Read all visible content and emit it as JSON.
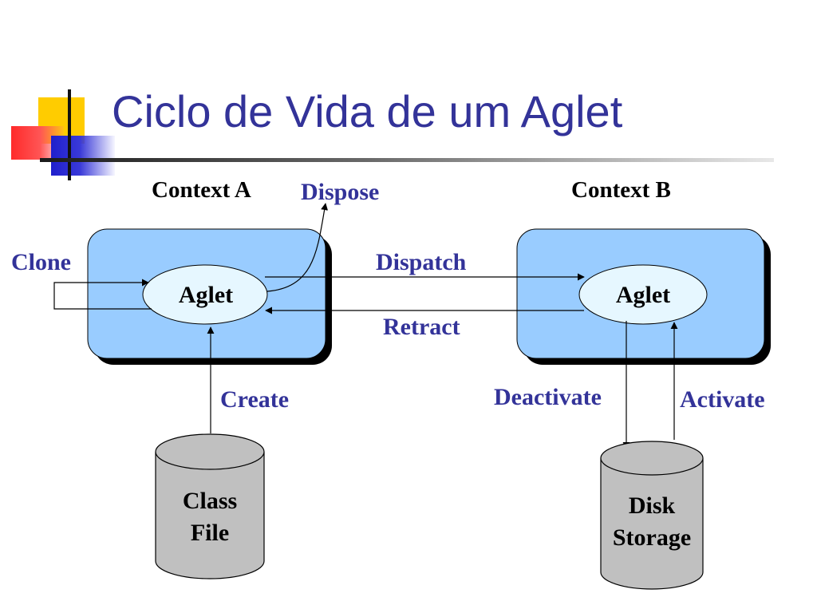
{
  "slide": {
    "title": "Ciclo de Vida de um Aglet"
  },
  "contexts": [
    {
      "id": "a",
      "label": "Context  A",
      "agent_label": "Aglet"
    },
    {
      "id": "b",
      "label": "Context  B",
      "agent_label": "Aglet"
    }
  ],
  "actions": {
    "dispose": "Dispose",
    "clone": "Clone",
    "dispatch": "Dispatch",
    "retract": "Retract",
    "create": "Create",
    "deactivate": "Deactivate",
    "activate": "Activate"
  },
  "storage": {
    "class_file": {
      "line1": "Class",
      "line2": "File"
    },
    "disk_storage": {
      "line1": "Disk",
      "line2": "Storage"
    }
  },
  "colors": {
    "title": "#333399",
    "action_label": "#333399",
    "context_fill": "#99ccff",
    "aglet_fill": "#e6f7ff",
    "cylinder_fill": "#c0c0c0"
  }
}
